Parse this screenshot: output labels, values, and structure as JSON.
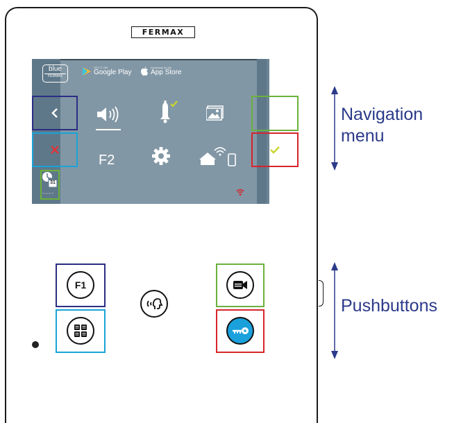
{
  "brand": "FERMAX",
  "screen": {
    "blue_logo_word": "blue",
    "blue_logo_brand": "FERMAX",
    "google_play": {
      "small": "GET IT ON",
      "label": "Google Play"
    },
    "app_store": {
      "small": "Download on the",
      "label": "App Store"
    },
    "menu_item_f2": "F2",
    "calendar_day": "31",
    "calendar_dashes": "-.-.-.-"
  },
  "buttons": {
    "f1_label": "F1"
  },
  "annotations": {
    "navigation_label": "Navigation\nmenu",
    "navigation_line1": "Navigation",
    "navigation_line2": "menu",
    "pushbuttons_label": "Pushbuttons"
  },
  "colors": {
    "screen_bg": "#8297a5",
    "side_column": "#5f7889",
    "highlight_navy": "#2b2d83",
    "highlight_cyan": "#19a3d8",
    "highlight_green": "#6ab13b",
    "highlight_red": "#d6242a",
    "key_button_fill": "#1aa0db",
    "annotation_text": "#2b3a8a",
    "check_yellow": "#c8d62b"
  },
  "icons": [
    "back-chevron-icon",
    "cancel-x-icon",
    "volume-icon",
    "bell-icon",
    "gallery-icon",
    "forward-chevron-icon",
    "confirm-check-icon",
    "settings-gear-icon",
    "home-wifi-phone-icon",
    "calendar-clock-icon",
    "wifi-signal-icon",
    "handsfree-speak-icon",
    "camera-icon",
    "key-icon",
    "grid-icon"
  ]
}
